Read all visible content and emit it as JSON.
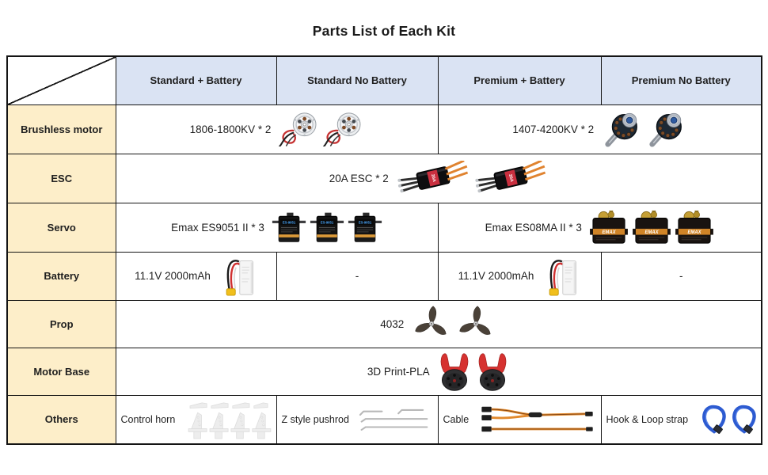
{
  "title": "Parts List of Each Kit",
  "columns": {
    "c1": "Standard + Battery",
    "c2": "Standard No Battery",
    "c3": "Premium + Battery",
    "c4": "Premium No Battery"
  },
  "rows": {
    "brushless": {
      "label": "Brushless motor",
      "standard_value": "1806-1800KV * 2",
      "premium_value": "1407-4200KV * 2"
    },
    "esc": {
      "label": "ESC",
      "value": "20A ESC * 2"
    },
    "servo": {
      "label": "Servo",
      "standard_value": "Emax ES9051 II * 3",
      "premium_value": "Emax ES08MA II * 3"
    },
    "battery": {
      "label": "Battery",
      "standard_with": "11.1V 2000mAh",
      "standard_without": "-",
      "premium_with": "11.1V 2000mAh",
      "premium_without": "-"
    },
    "prop": {
      "label": "Prop",
      "value": "4032"
    },
    "motor_base": {
      "label": "Motor Base",
      "value": "3D Print-PLA"
    },
    "others": {
      "label": "Others",
      "control_horn": "Control horn",
      "pushrod": "Z style pushrod",
      "cable": "Cable",
      "strap": "Hook & Loop strap"
    }
  },
  "icons": {
    "standard_motor": "silver outrunner brushless motor with red and black wires",
    "premium_motor": "dark brushless motor with shaft and blue bell top",
    "esc": "black 20A ESC with orange wires",
    "servo_standard": "ES9051 black micro servo",
    "servo_premium": "ES08MA metal-gear servo with EMAX stripe",
    "battery": "white lipo battery pack with yellow connector",
    "propeller": "three-blade 4032 propeller",
    "motor_base": "red and black 3D printed motor base",
    "control_horn": "set of white control horns",
    "pushrod": "z-style metal pushrods",
    "cable": "orange servo Y-cable and extension cable",
    "strap": "blue hook and loop strap loop"
  },
  "colors": {
    "header_fill": "#dae3f3",
    "label_fill": "#fdeec9",
    "border": "#141414",
    "title_color": "#1a1a1a",
    "esc_wire_orange": "#e0832f",
    "servo_stripe_orange": "#d98e2e",
    "battery_connector_yellow": "#f1bf1c",
    "motor_base_red": "#d63230",
    "strap_blue": "#2d5bd1"
  }
}
